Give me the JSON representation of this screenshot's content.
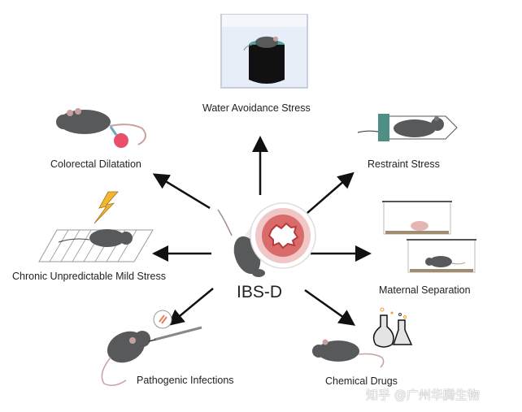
{
  "diagram": {
    "center": {
      "label": "IBS-D"
    },
    "models": [
      {
        "id": "water-avoidance",
        "label": "Water Avoidance Stress"
      },
      {
        "id": "restraint",
        "label": "Restraint Stress"
      },
      {
        "id": "maternal-separation",
        "label": "Maternal Separation"
      },
      {
        "id": "chemical-drugs",
        "label": "Chemical Drugs"
      },
      {
        "id": "pathogenic-infections",
        "label": "Pathogenic Infections"
      },
      {
        "id": "cums",
        "label": "Chronic Unpredictable Mild Stress"
      },
      {
        "id": "colorectal-dilatation",
        "label": "Colorectal Dilatation"
      }
    ],
    "colors": {
      "mouse": "#58595b",
      "mouse_ear": "#c9a0a0",
      "balloon": "#e8506a",
      "restraint_cap": "#4f8f86",
      "lightning": "#f2b632",
      "colon_outer": "#f1c6c6",
      "colon_mid": "#d96b6b",
      "colon_inner": "#b83a3a",
      "water": "#e8eef8",
      "arrow": "#111111"
    }
  },
  "watermark": {
    "text": "知乎 @广州华腾生物"
  }
}
